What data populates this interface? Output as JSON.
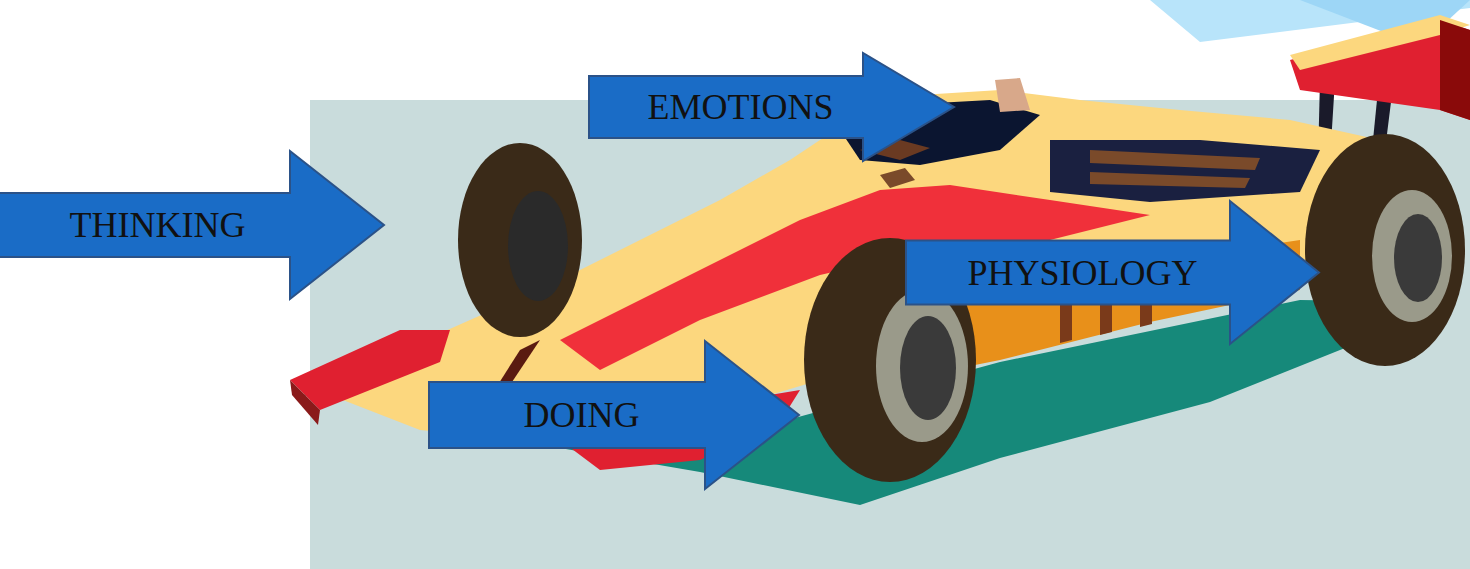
{
  "diagram": {
    "nodes": [
      {
        "text": [
          "EMOTIONS"
        ]
      },
      {
        "text": [
          "THINKING"
        ]
      },
      {
        "text": [
          "PHYSIOLOGY"
        ]
      },
      {
        "text": [
          "DOING"
        ]
      }
    ]
  }
}
